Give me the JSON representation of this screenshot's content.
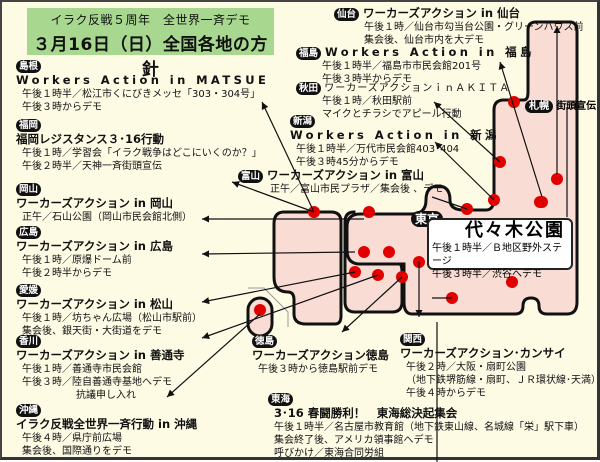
{
  "title": {
    "line1": "イラク反戦５周年　全世界一斉デモ",
    "line2": "３月16日（日）全国各地の方針"
  },
  "colors": {
    "title_bg": "#a8d890",
    "map_fill": "#f9ddd4",
    "dot": "#e00000",
    "background": "#fefbe5"
  },
  "regions": {
    "shimane": {
      "badge": "島根",
      "heading": "Workers Action in MATSUE",
      "lines": [
        "午後１時半／松江市くにびきメッセ「303・304号」",
        "午後３時からデモ"
      ]
    },
    "fukuoka": {
      "badge": "福岡",
      "heading": "福岡レジスタンス３･16行動",
      "lines": [
        "午後１時／学習会「イラク戦争はどこにいくのか？」",
        "午後２時半／天神一斉街頭宣伝"
      ]
    },
    "okayama": {
      "badge": "岡山",
      "heading": "ワーカーズアクション in 岡山",
      "lines": [
        "正午／石山公園（岡山市民会館北側）"
      ]
    },
    "hiroshima": {
      "badge": "広島",
      "heading": "ワーカーズアクション in 広島",
      "lines": [
        "午後１時／原爆ドーム前",
        "午後２時半からデモ"
      ]
    },
    "ehime": {
      "badge": "愛媛",
      "heading": "ワーカーズアクション in 松山",
      "lines": [
        "午後１時／坊ちゃん広場（松山市駅前）",
        "集会後、銀天街・大街道をデモ"
      ]
    },
    "kagawa": {
      "badge": "香川",
      "heading": "ワーカーズアクション in 善通寺",
      "lines": [
        "午後１時／善通寺市民会館",
        "午後３時／陸自善通寺基地へデモ",
        "抗議申し入れ"
      ]
    },
    "okinawa": {
      "badge": "沖縄",
      "heading": "イラク反戦全世界一斉行動 in 沖縄",
      "lines": [
        "午後４時／県庁前広場",
        "集会後、国際通りをデモ"
      ]
    },
    "sendai": {
      "badge": "仙台",
      "heading": "ワーカーズアクション in 仙台",
      "lines": [
        "午後１時／仙台市勾当台公園・グリーンハウス前",
        "集会後、仙台市内を大デモ"
      ]
    },
    "fukushima": {
      "badge": "福島",
      "heading": "Workers Action in 福島",
      "lines": [
        "午後１時半／福島市市民会館201号",
        "午後３時半からデモ"
      ]
    },
    "akita": {
      "badge": "秋田",
      "heading": "ワーカーズアクションｉｎＡＫＩＴＡ",
      "lines": [
        "午後１時／秋田駅前",
        "マイクとチラシでアピール行動"
      ]
    },
    "niigata": {
      "badge": "新潟",
      "heading": "Workers Action in 新潟",
      "lines": [
        "午後１時半／万代市民会館403･404",
        "午後３時45分からデモ"
      ]
    },
    "toyama": {
      "badge": "富山",
      "heading": "ワーカーズアクション in 富山",
      "lines": [
        "正午／富山市民プラザ／集会後 、デモ"
      ]
    },
    "sapporo": {
      "badge": "札幌",
      "text": "街頭宣伝"
    },
    "tokyo": {
      "badge": "東京",
      "heading": "代々木公園",
      "lines": [
        "午後１時半／Ｂ地区野外ステージ",
        "午後３時半／渋谷へデモ"
      ]
    },
    "tokushima": {
      "badge": "徳島",
      "heading": "ワーカーズアクション徳島",
      "lines": [
        "午後３時から徳島駅前デモ"
      ]
    },
    "kansai": {
      "badge": "関西",
      "heading": "ワーカーズアクション･カンサイ",
      "lines": [
        "午後２時／大阪・扇町公園",
        "（地下鉄堺筋線・扇町、ＪＲ環状線･天満）",
        "午後４時からデモ"
      ]
    },
    "tokai": {
      "badge": "東海",
      "heading": "3･16 春闘勝利！　東海総決起集会",
      "lines": [
        "午後１時半／名古屋市教育館（地下鉄東山線、名城線「栄」駅下車）",
        "集会終了後、アメリカ領事館へデモ",
        "呼びかけ／東海合同労組"
      ]
    }
  }
}
